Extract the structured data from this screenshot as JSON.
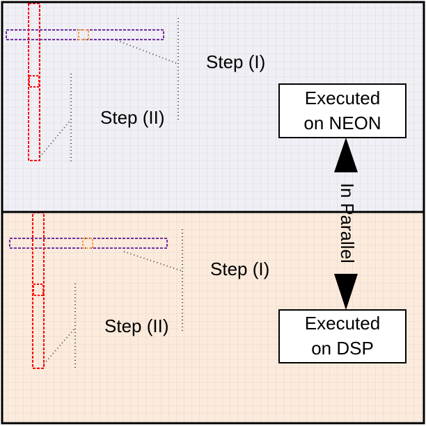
{
  "panels": [
    {
      "id": "neon",
      "background": "#f1eff6",
      "step1_label": "Step (I)",
      "step2_label": "Step (II)",
      "box_lines": [
        "Executed",
        "on NEON"
      ]
    },
    {
      "id": "dsp",
      "background": "#fcebdc",
      "step1_label": "Step (I)",
      "step2_label": "Step (II)",
      "box_lines": [
        "Executed",
        "on DSP"
      ]
    }
  ],
  "parallel_label": "In Parallel",
  "colors": {
    "border": "#000000",
    "grid": "#c9c9c9",
    "horizontal_strip": "#7030a0",
    "vertical_strip": "#ff0000",
    "pixel_marker": "#f0a040",
    "leader_lines": "#404040"
  }
}
